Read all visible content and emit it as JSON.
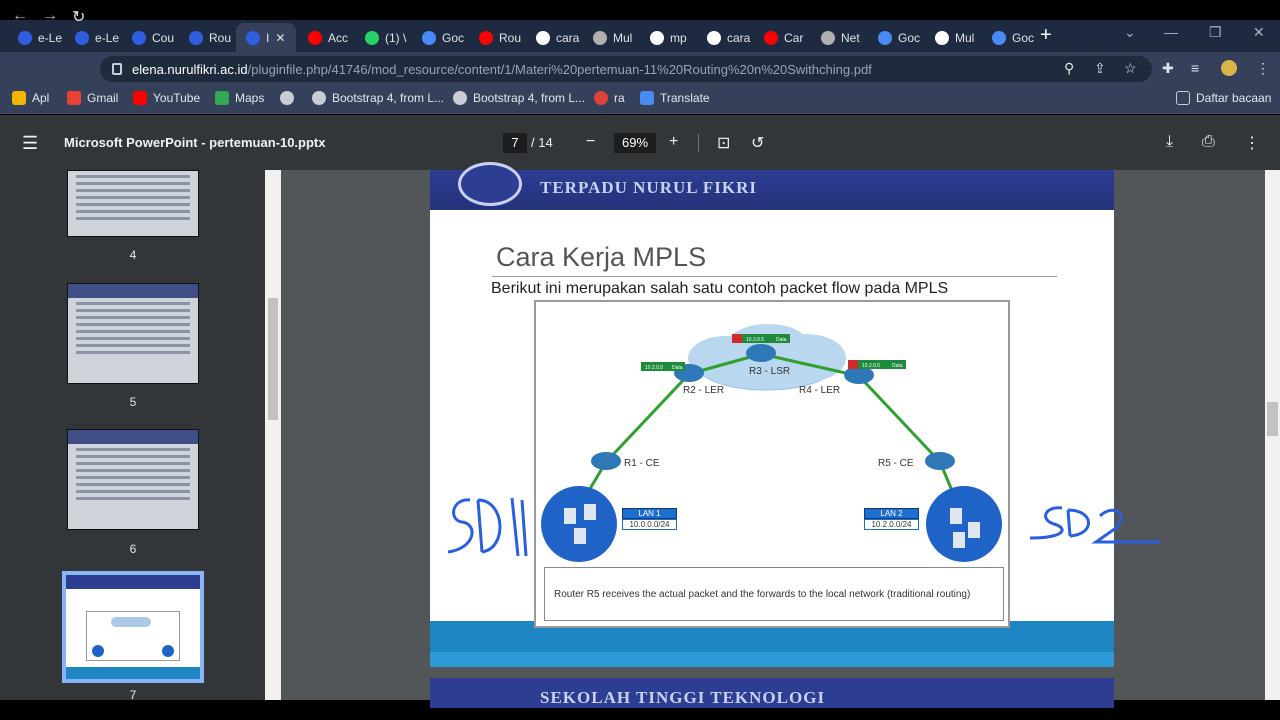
{
  "browser": {
    "tabs": [
      {
        "label": "e-Le",
        "icon": "edge-icon",
        "color": "#2f5fe0"
      },
      {
        "label": "e-Le",
        "icon": "edge-icon",
        "color": "#2f5fe0"
      },
      {
        "label": "Cou",
        "icon": "edge-icon",
        "color": "#2f5fe0"
      },
      {
        "label": "Rou",
        "icon": "edge-icon",
        "color": "#2f5fe0"
      },
      {
        "label": "I",
        "icon": "edge-icon",
        "color": "#2f5fe0",
        "active": true
      },
      {
        "label": "Acc",
        "icon": "youtube-icon",
        "color": "#ff0000"
      },
      {
        "label": "(1) \\",
        "icon": "whatsapp-icon",
        "color": "#25d366"
      },
      {
        "label": "Goc",
        "icon": "google-translate-icon",
        "color": "#4a8af4"
      },
      {
        "label": "Rou",
        "icon": "youtube-icon",
        "color": "#ff0000"
      },
      {
        "label": "cara",
        "icon": "google-icon",
        "color": "#ffffff"
      },
      {
        "label": "Mul",
        "icon": "eye-icon",
        "color": "#b0b0b0"
      },
      {
        "label": "mp",
        "icon": "google-icon",
        "color": "#ffffff"
      },
      {
        "label": "cara",
        "icon": "google-icon",
        "color": "#ffffff"
      },
      {
        "label": "Car",
        "icon": "youtube-icon",
        "color": "#ff0000"
      },
      {
        "label": "Net",
        "icon": "network-icon",
        "color": "#b0b0b0"
      },
      {
        "label": "Goc",
        "icon": "google-translate-icon",
        "color": "#4a8af4"
      },
      {
        "label": "Mul",
        "icon": "wikipedia-icon",
        "color": "#ffffff"
      },
      {
        "label": "Goc",
        "icon": "google-translate-icon",
        "color": "#4a8af4"
      }
    ],
    "new_tab": "+",
    "url_host": "elena.nurulfikri.ac.id",
    "url_path": "/pluginfile.php/41746/mod_resource/content/1/Materi%20pertemuan-11%20Routing%20n%20Swithching.pdf",
    "bookmarks": [
      {
        "label": "Apl",
        "icon": "apps-grid-icon",
        "color": "#f4b400"
      },
      {
        "label": "Gmail",
        "icon": "gmail-icon",
        "color": "#ea4335"
      },
      {
        "label": "YouTube",
        "icon": "youtube-icon",
        "color": "#ff0000"
      },
      {
        "label": "Maps",
        "icon": "maps-icon",
        "color": "#34a853"
      },
      {
        "label": "",
        "icon": "globe-icon",
        "color": "#c8cdd6"
      },
      {
        "label": "Bootstrap 4, from L...",
        "icon": "globe-icon",
        "color": "#c8cdd6"
      },
      {
        "label": "Bootstrap 4, from L...",
        "icon": "globe-icon",
        "color": "#c8cdd6"
      },
      {
        "label": "ra",
        "icon": "chrome-icon",
        "color": "#db4437"
      },
      {
        "label": "Translate",
        "icon": "google-translate-icon",
        "color": "#4a8af4"
      }
    ],
    "reading_list": "Daftar bacaan"
  },
  "pdf": {
    "title": "Microsoft PowerPoint - pertemuan-10.pptx",
    "current_page": "7",
    "total_pages": "/  14",
    "zoom": "69%",
    "thumbnail_numbers": [
      "4",
      "5",
      "6",
      "7"
    ]
  },
  "slide": {
    "header": "TERPADU NURUL FIKRI",
    "title": "Cara Kerja MPLS",
    "subtitle": "Berikut ini merupakan salah satu contoh packet flow pada MPLS",
    "routers": {
      "r1": "R1  -  CE",
      "r2": "R2  -  LER",
      "r3": "R3  -  LSR",
      "r4": "R4  -  LER",
      "r5": "R5  -  CE"
    },
    "lan1": {
      "name": "LAN 1",
      "net": "10.0.0.0/24"
    },
    "lan2": {
      "name": "LAN 2",
      "net": "10.2.0.0/24"
    },
    "packet_labels": [
      "10.2.0.5",
      "Data",
      "10.2.0.5",
      "Data",
      "10.2.0.5",
      "Data"
    ],
    "caption": "Router R5 receives the actual packet and the forwards to the local network (traditional routing)",
    "annotations": [
      "SD1",
      "SD2"
    ],
    "next_header": "SEKOLAH TINGGI TEKNOLOGI"
  }
}
